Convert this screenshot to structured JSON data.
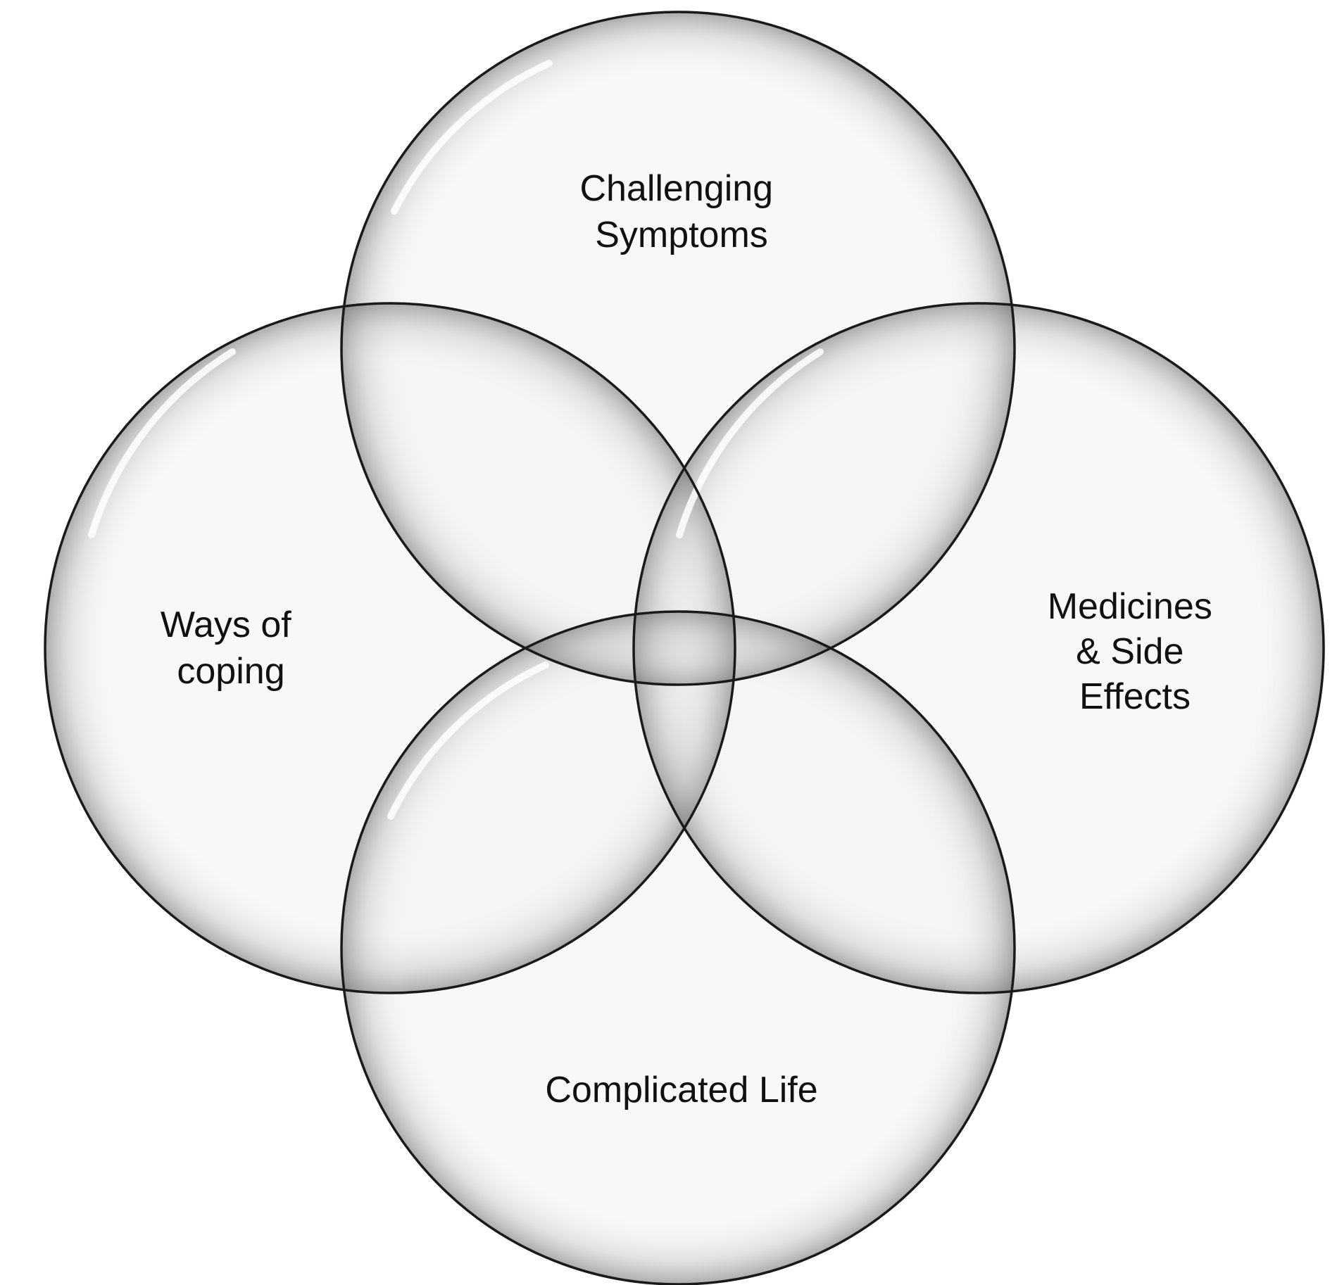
{
  "diagram": {
    "type": "venn",
    "circles": [
      {
        "id": "top",
        "label_lines": [
          "Challenging",
          "Symptoms"
        ]
      },
      {
        "id": "left",
        "label_lines": [
          "Ways of",
          "coping"
        ]
      },
      {
        "id": "right",
        "label_lines": [
          "Medicines",
          "& Side",
          "Effects"
        ]
      },
      {
        "id": "bottom",
        "label_lines": [
          "Complicated Life"
        ]
      }
    ],
    "colors": {
      "fill": "#f3f3f3",
      "outline": "#1a1a1a",
      "shade": "#8c8c8c",
      "text": "#111111"
    }
  }
}
